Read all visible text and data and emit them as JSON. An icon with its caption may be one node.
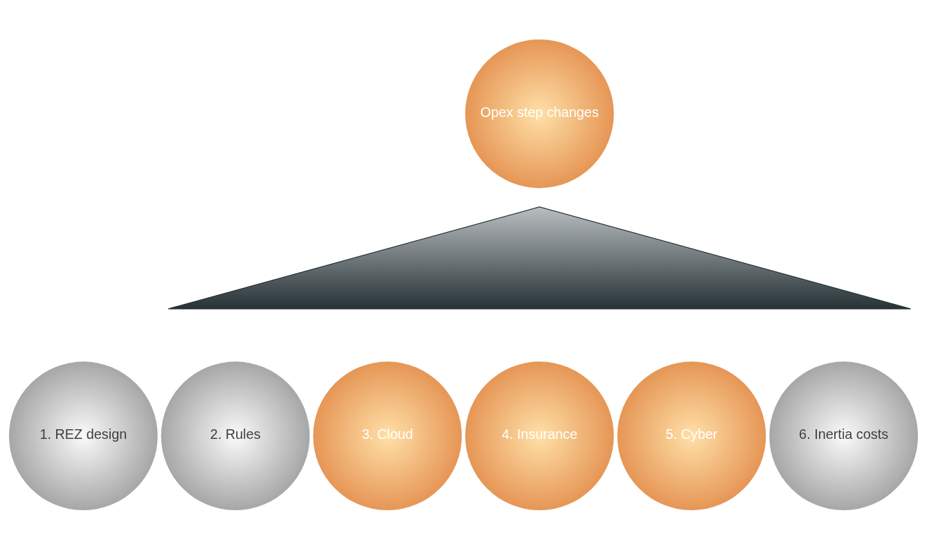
{
  "diagram": {
    "nodes": [
      {
        "text": [
          "Opex step changes"
        ]
      },
      {
        "text": [],
        "shape": "triangle"
      },
      {
        "text": [
          "1. REZ design"
        ]
      },
      {
        "text": [
          "2. Rules"
        ]
      },
      {
        "text": [
          "3. Cloud"
        ]
      },
      {
        "text": [
          "4. Insurance"
        ]
      },
      {
        "text": [
          "5. Cyber"
        ]
      },
      {
        "text": [
          "6. Inertia costs"
        ]
      }
    ],
    "edges": []
  }
}
